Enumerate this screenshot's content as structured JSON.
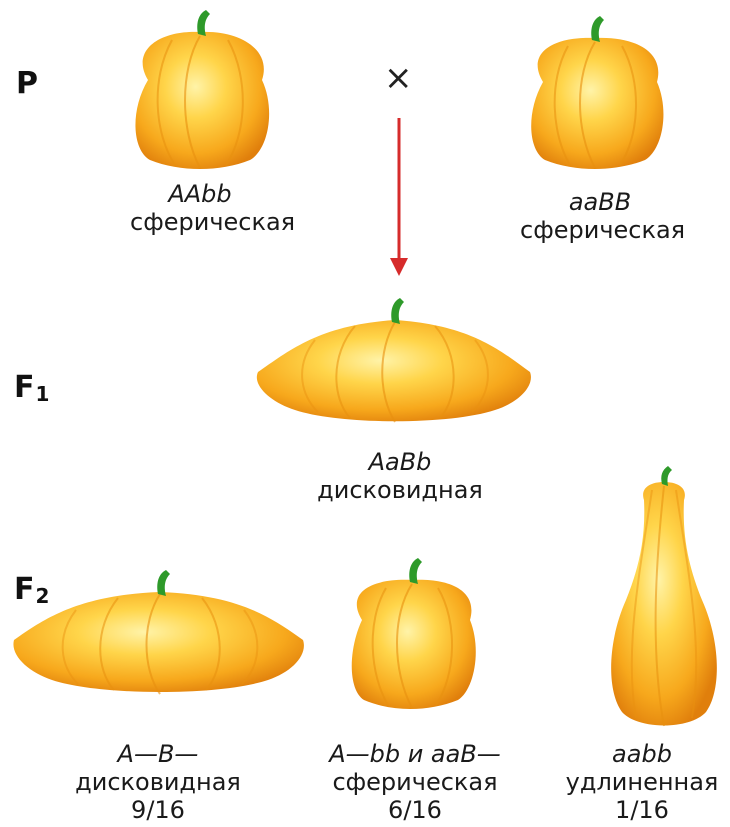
{
  "generations": {
    "p": "P",
    "f1_letter": "F",
    "f1_sub": "1",
    "f2_letter": "F",
    "f2_sub": "2"
  },
  "cross_symbol": "×",
  "parents": [
    {
      "genotype": "AAbb",
      "phenotype": "сферическая"
    },
    {
      "genotype": "aaBB",
      "phenotype": "сферическая"
    }
  ],
  "f1": {
    "genotype": "AaBb",
    "phenotype": "дисковидная"
  },
  "f2": [
    {
      "genotype": "A—B—",
      "phenotype": "дисковидная",
      "ratio": "9/16"
    },
    {
      "genotype": "A—bb и aaB—",
      "phenotype": "сферическая",
      "ratio": "6/16"
    },
    {
      "genotype": "aabb",
      "phenotype": "удлиненная",
      "ratio": "1/16"
    }
  ],
  "colors": {
    "pumpkin_light": "#ffd54a",
    "pumpkin_mid": "#f7a81c",
    "pumpkin_dark": "#e07f0c",
    "stem": "#2e9a2a",
    "arrow": "#d62b2b"
  }
}
